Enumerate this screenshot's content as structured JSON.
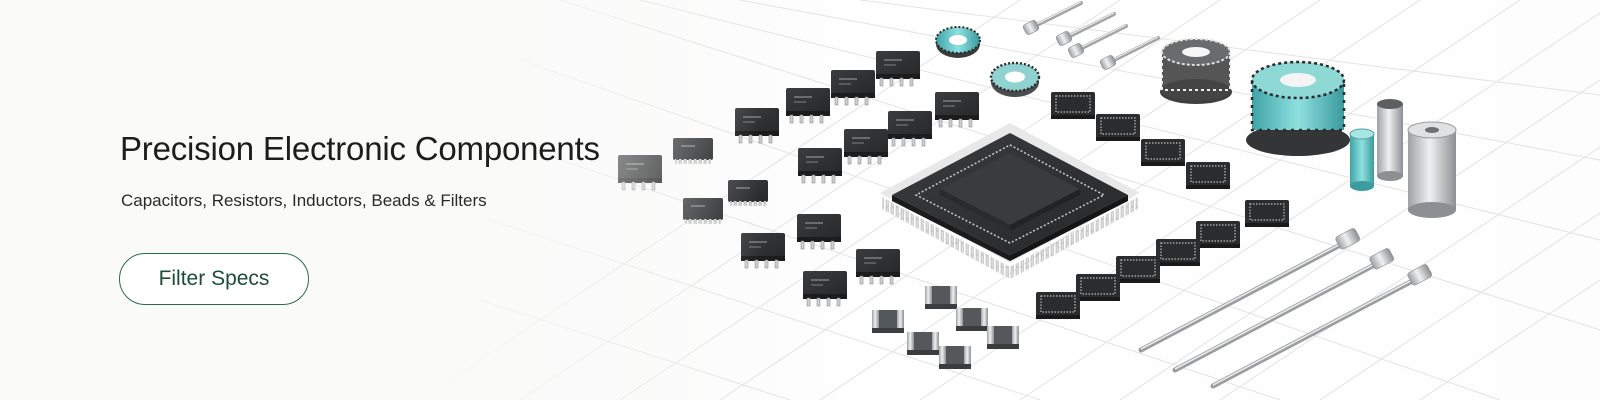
{
  "hero": {
    "title": "Precision Electronic Components",
    "subtitle": "Capacitors, Resistors, Inductors, Beads & Filters",
    "cta_label": "Filter Specs"
  },
  "colors": {
    "accent": "#2d6b4f",
    "cta_text": "#1b4d36",
    "chip_body": "#2f2f30",
    "teal": "#5cc3c4",
    "metal": "#c9cbcd"
  },
  "illustration_icons": [
    "qfp-chip-icon",
    "soic-chip-icon",
    "inductor-coil-icon",
    "capacitor-icon",
    "probe-pin-icon",
    "resistor-array-icon",
    "grid-background"
  ]
}
